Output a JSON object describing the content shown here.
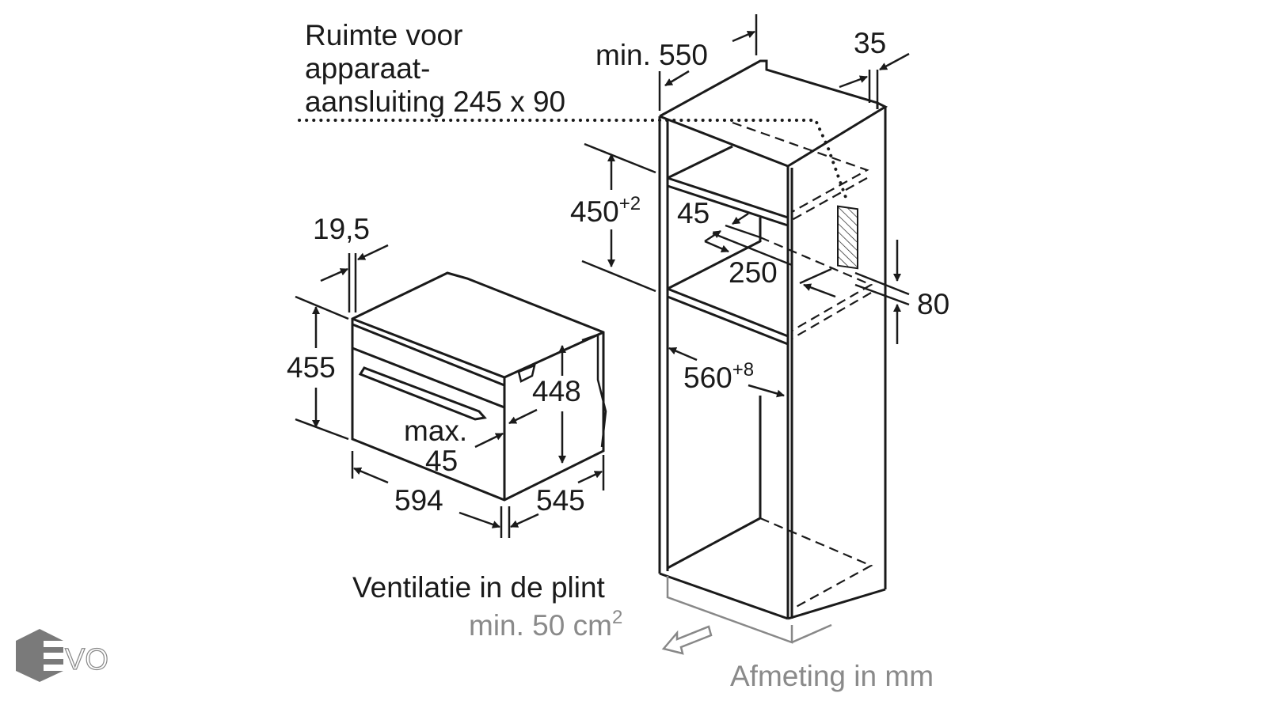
{
  "labels": {
    "connection_space": [
      "Ruimte voor",
      "apparaat-",
      "aansluiting 245 x 90"
    ],
    "min_550": "min. 550",
    "d35": "35",
    "d450": "450",
    "d450_tol": "+2",
    "d45_top": "45",
    "d250": "250",
    "d80": "80",
    "d560": "560",
    "d560_tol": "+8",
    "d19_5": "19,5",
    "d455": "455",
    "d448": "448",
    "max": "max.",
    "d45_oven": "45",
    "d594": "594",
    "d545": "545",
    "ventilation": [
      "Ventilatie in de plint",
      "min. 50 cm",
      "2"
    ],
    "units": "Afmeting in mm"
  },
  "logo": {
    "text": "EVO",
    "color": "#7a7a7a"
  }
}
